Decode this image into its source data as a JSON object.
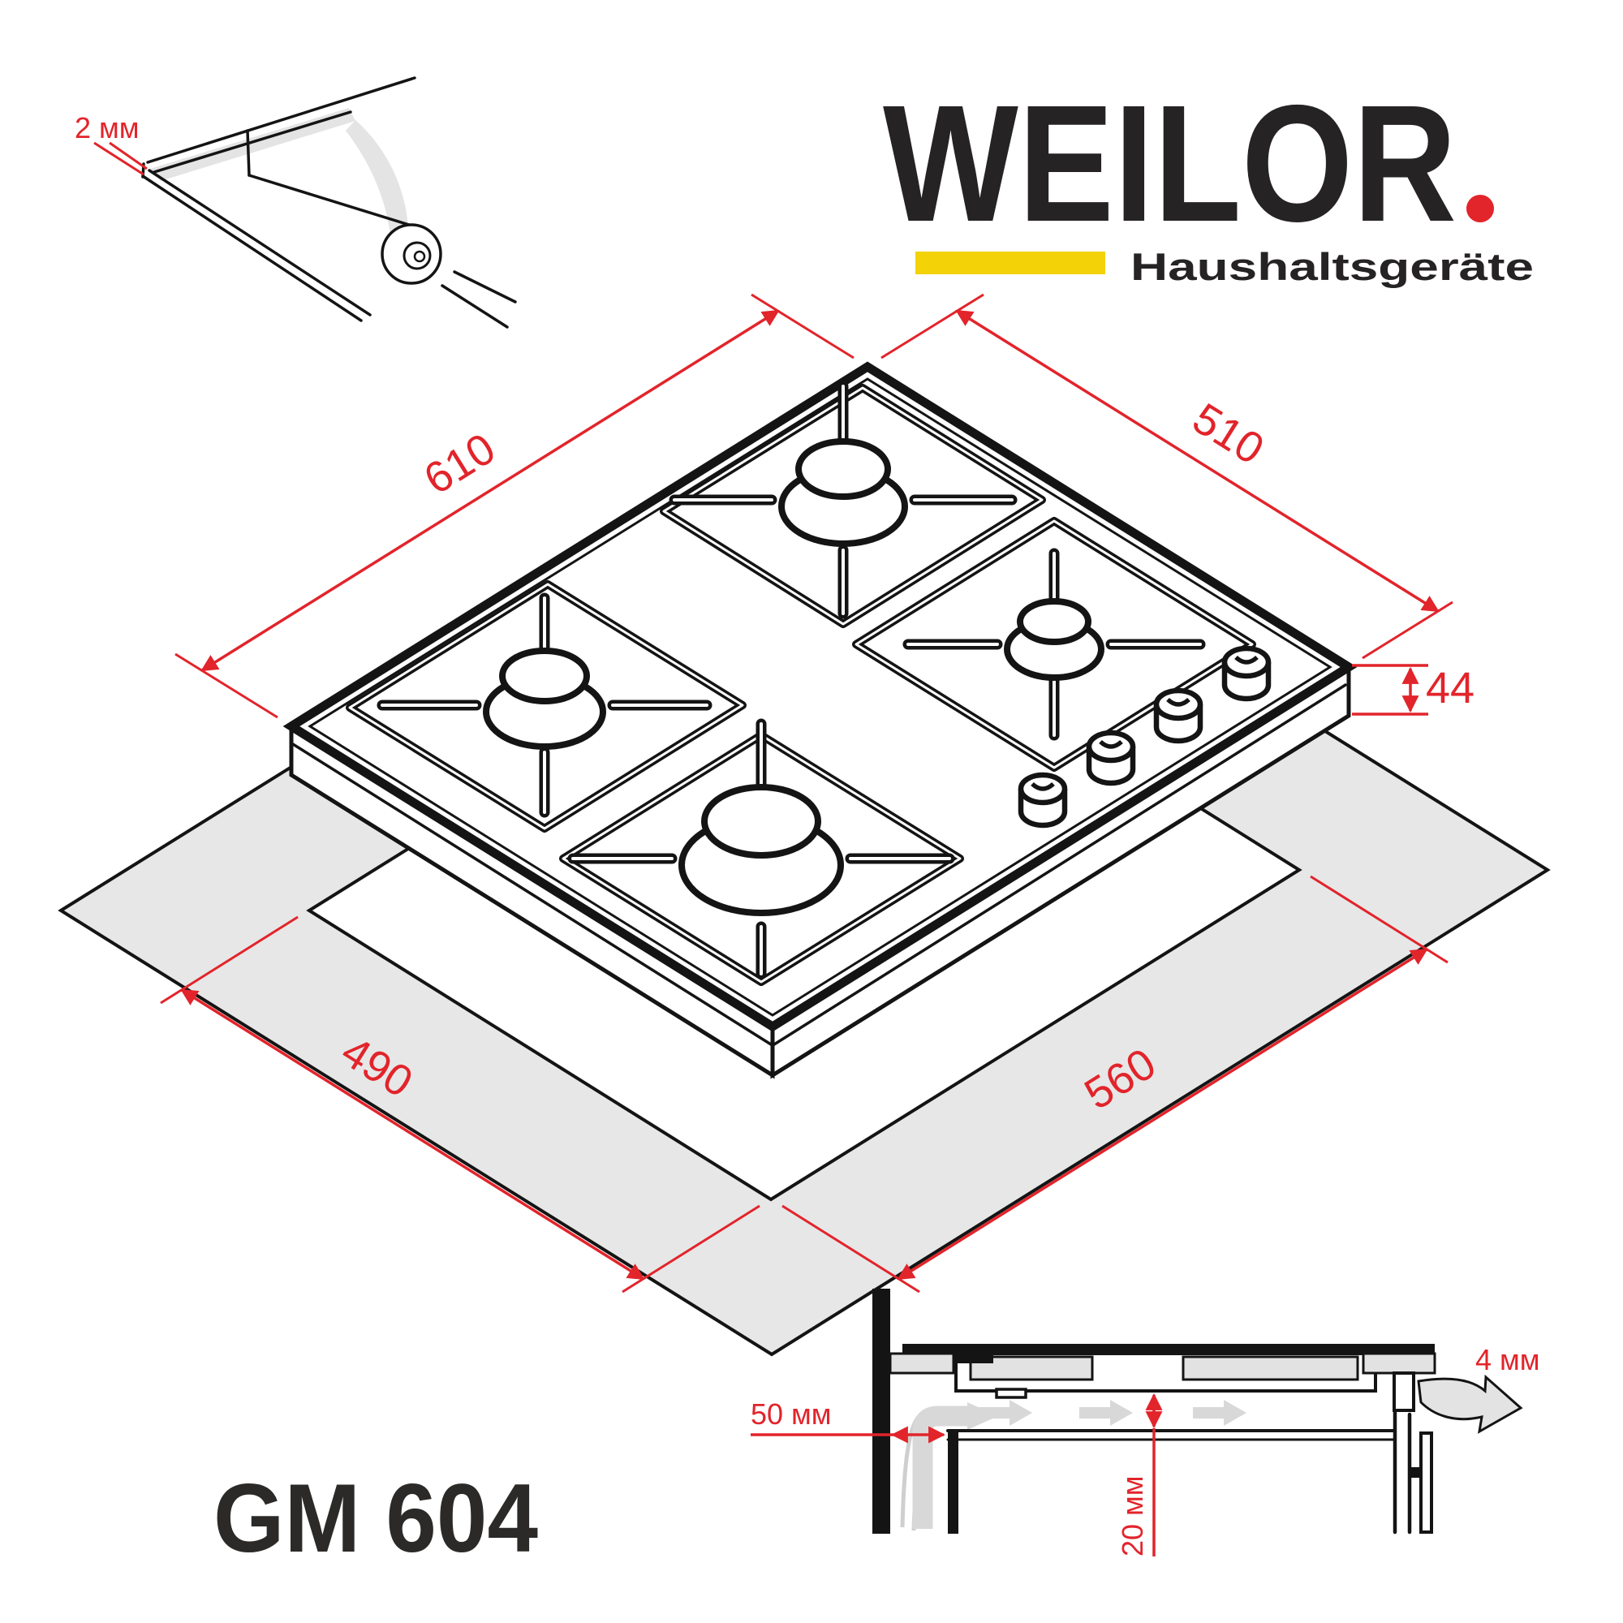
{
  "brand": {
    "wordmark": "WEILOR",
    "tagline": "Haushaltsgeräte",
    "dot_color": "#e2242b",
    "bar_color": "#f3d208",
    "text_color": "#262324"
  },
  "model": {
    "name": "GM 604"
  },
  "detail_callout": {
    "film_thickness_label": "2 мм"
  },
  "hob_dimensions": {
    "width_label": "610",
    "depth_label": "510",
    "height_label": "44"
  },
  "cutout_dimensions": {
    "width_label": "560",
    "depth_label": "490"
  },
  "installation_clearances": {
    "wall_distance_label": "50 мм",
    "under_hob_gap_label": "20 мм",
    "rear_vent_gap_label": "4 мм"
  },
  "colors": {
    "line_black": "#141414",
    "dimension_red": "#e2242b",
    "countertop_gray": "#e7e7e7",
    "airflow_gray": "#d8d8d8"
  }
}
